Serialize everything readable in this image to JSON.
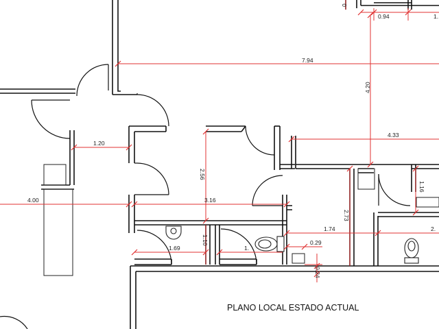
{
  "title": "PLANO LOCAL ESTADO ACTUAL",
  "dimensions": {
    "d_0_94": "0.94",
    "d_7_94": "7.94",
    "d_4_20": "4.20",
    "d_4_33": "4.33",
    "d_1_20": "1.20",
    "d_2_56": "2.56",
    "d_4_00": "4.00",
    "d_3_16": "3.16",
    "d_1_16": "1.16",
    "d_2_73": "2.73",
    "d_1_74": "1.74",
    "d_1_69": "1.69",
    "d_1_10": "1.10",
    "d_0_29": "0.29",
    "d_0_24": "0.24",
    "d_partial_1": "1.",
    "d_partial_2": "2.",
    "d_partial_0": "0",
    "d_partial_1b": "1."
  },
  "colors": {
    "dimension": "#e03030",
    "wall": "#111111"
  }
}
